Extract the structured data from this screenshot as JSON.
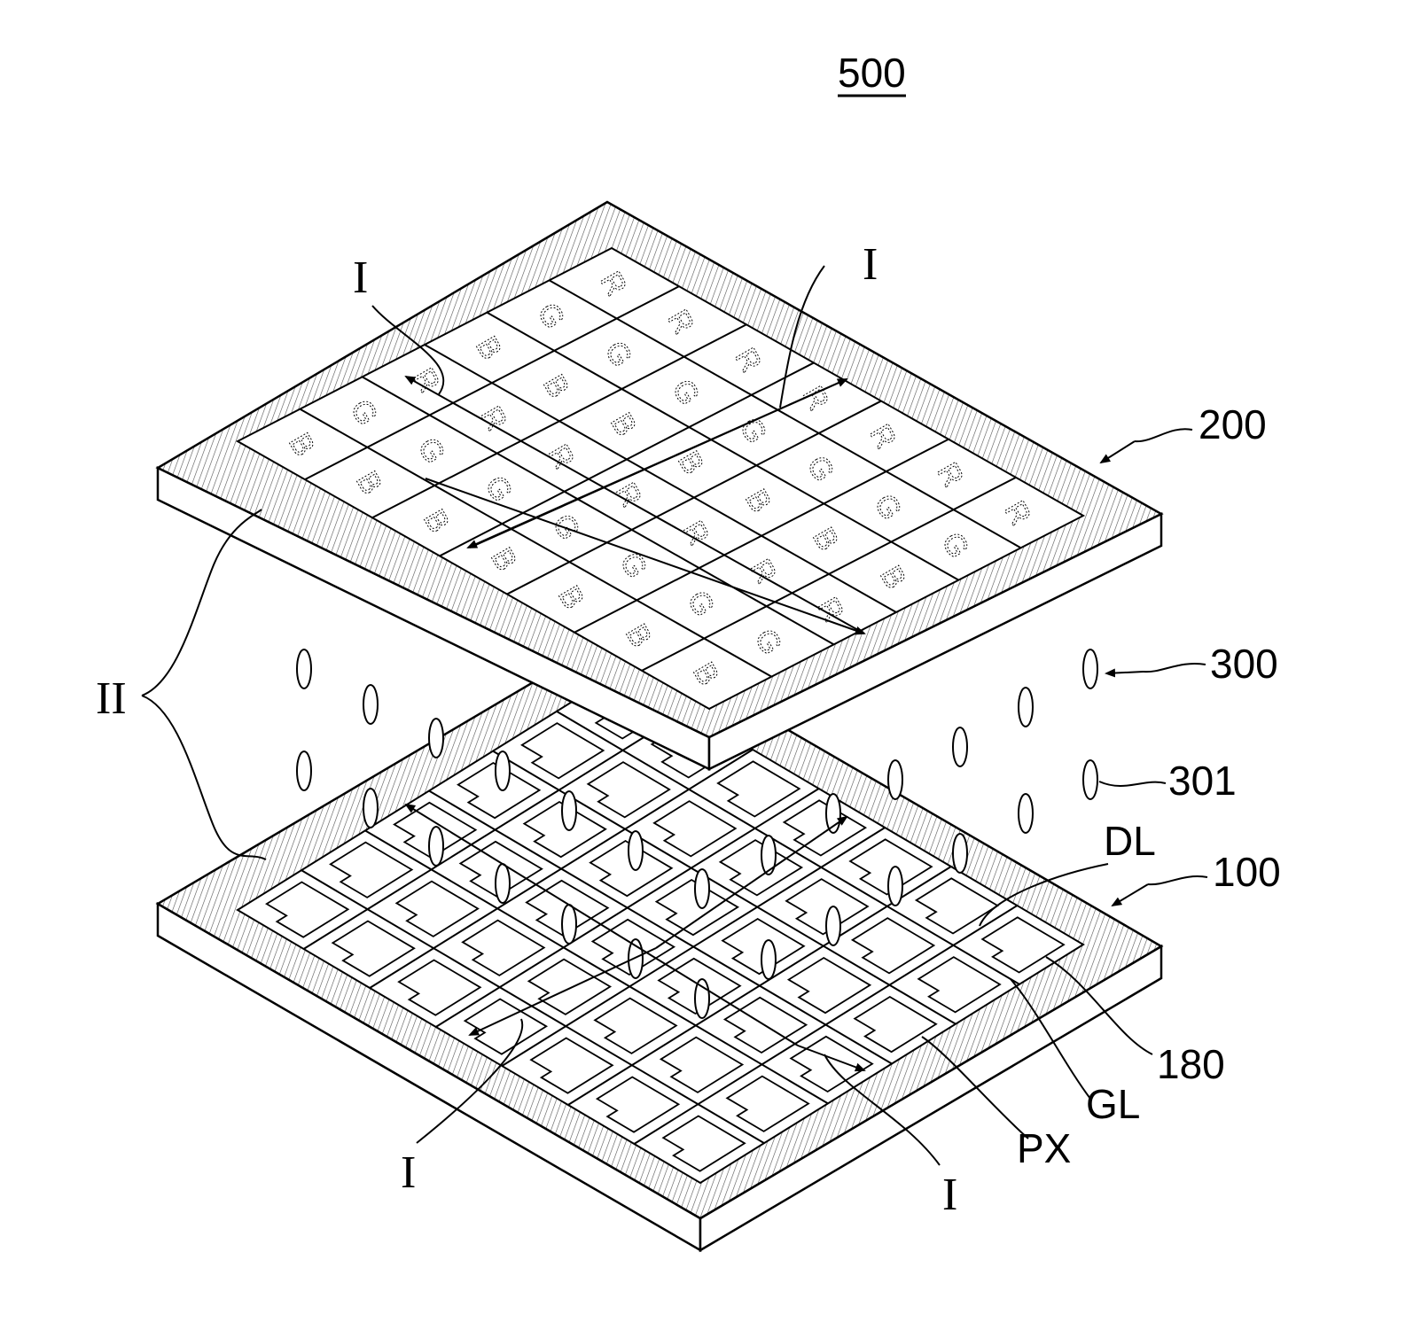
{
  "figure": {
    "title": "500",
    "labels": {
      "upper_substrate": "200",
      "liquid_crystal_layer": "300",
      "liquid_crystal_molecule": "301",
      "data_line": "DL",
      "lower_substrate": "100",
      "pixel_electrode": "180",
      "gate_line": "GL",
      "pixel": "PX",
      "section_I": "I",
      "section_II": "II"
    },
    "color_filter_rows": [
      [
        "R",
        "R",
        "R",
        "R",
        "R",
        "R",
        "R"
      ],
      [
        "G",
        "G",
        "G",
        "G",
        "G",
        "G",
        "G"
      ],
      [
        "B",
        "B",
        "B",
        "B",
        "B",
        "B",
        "B"
      ],
      [
        "R",
        "R",
        "R",
        "R",
        "R",
        "R",
        "R"
      ],
      [
        "G",
        "G",
        "G",
        "G",
        "G",
        "G",
        "G"
      ],
      [
        "B",
        "B",
        "B",
        "B",
        "B",
        "B",
        "B"
      ]
    ],
    "pixel_grid": {
      "rows": 6,
      "cols": 7
    }
  }
}
